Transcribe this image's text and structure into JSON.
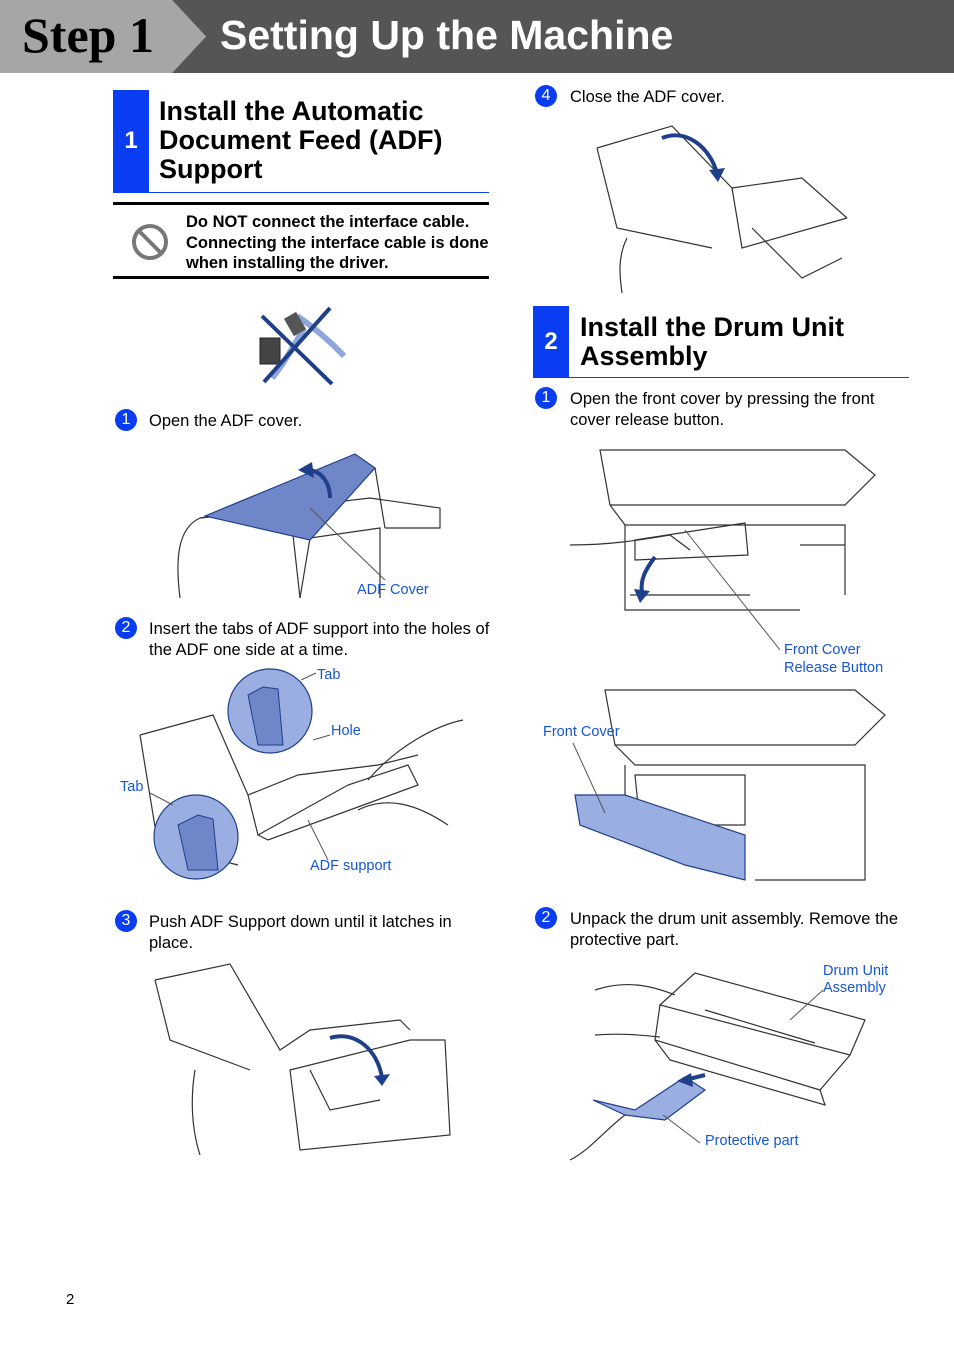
{
  "header": {
    "step_label": "Step 1",
    "step_title": "Setting Up the Machine",
    "colors": {
      "dark_bar": "#555555",
      "light_bar": "#a6a6a6",
      "accent": "#0a3df2",
      "callout": "#1556d6"
    }
  },
  "section1": {
    "number": "1",
    "title": "Install the Automatic Document Feed (ADF) Support",
    "warning": {
      "icon": "prohibited-icon",
      "text": "Do NOT connect the interface cable. Connecting the interface cable is done when installing the driver."
    },
    "steps": [
      {
        "num": "1",
        "text": "Open the ADF cover."
      },
      {
        "num": "2",
        "text": "Insert the tabs of ADF support into the holes of the ADF one side at a time."
      },
      {
        "num": "3",
        "text": "Push ADF Support down until it latches in place."
      },
      {
        "num": "4",
        "text": "Close the ADF cover."
      }
    ],
    "callouts": {
      "adf_cover": "ADF Cover",
      "tab_top": "Tab",
      "hole": "Hole",
      "tab_left": "Tab",
      "adf_support": "ADF support"
    }
  },
  "section2": {
    "number": "2",
    "title": "Install the Drum Unit Assembly",
    "steps": [
      {
        "num": "1",
        "text": "Open the front cover by pressing the front cover release button."
      },
      {
        "num": "2",
        "text": "Unpack the drum unit assembly. Remove the protective part."
      }
    ],
    "callouts": {
      "front_cover_release_1": "Front Cover",
      "front_cover_release_2": "Release Button",
      "front_cover": "Front Cover",
      "drum_unit_1": "Drum Unit",
      "drum_unit_2": "Assembly",
      "protective_part": "Protective part"
    }
  },
  "page_number": "2"
}
